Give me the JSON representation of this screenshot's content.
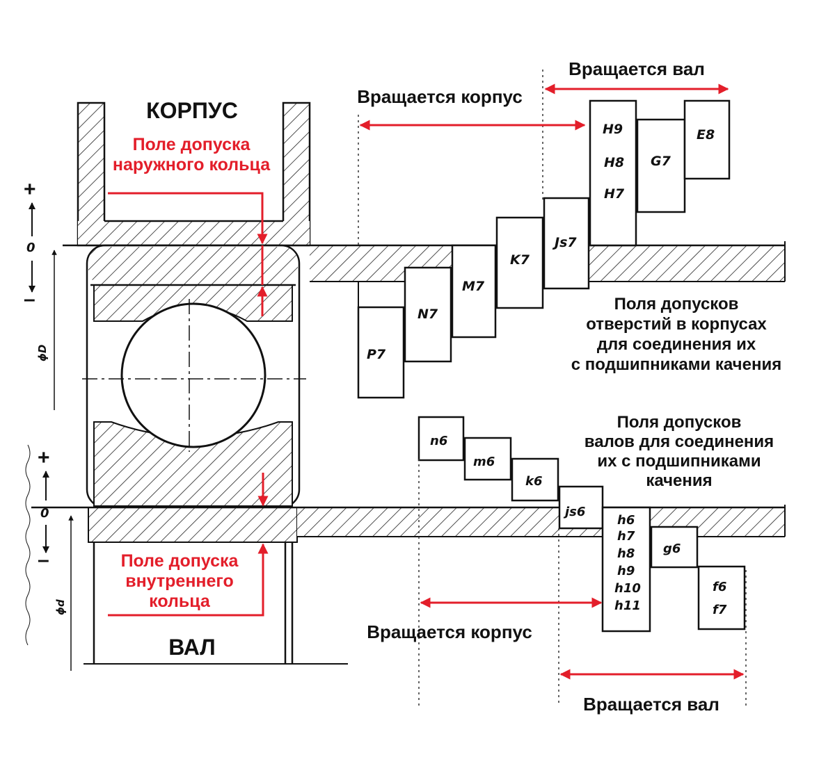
{
  "labels": {
    "housing": "КОРПУС",
    "shaft": "ВАЛ",
    "outer_ring_field": [
      "Поле допуска",
      "наружного кольца"
    ],
    "inner_ring_field": [
      "Поле допуска",
      "внутреннего",
      "кольца"
    ],
    "housing_fields_caption": [
      "Поля допусков",
      "отверстий в корпусах",
      "для соединения их",
      "с подшипниками качения"
    ],
    "shaft_fields_caption": [
      "Поля допусков",
      "валов для соединения",
      "их с подшипниками",
      "качения"
    ],
    "top_rot_housing": "Вращается корпус",
    "top_rot_shaft": "Вращается вал",
    "bottom_rot_housing": "Вращается корпус",
    "bottom_rot_shaft": "Вращается вал",
    "plus": "+",
    "zero": "0",
    "minus": "–",
    "dia_D": "ϕD",
    "dia_d": "ϕd"
  },
  "housing_fields": [
    "P7",
    "N7",
    "M7",
    "K7",
    "Js7",
    "H9",
    "H8",
    "H7",
    "G7",
    "E8"
  ],
  "shaft_fields": [
    "n6",
    "m6",
    "k6",
    "js6",
    "h6",
    "h7",
    "h8",
    "h9",
    "h10",
    "h11",
    "g6",
    "f6",
    "f7"
  ],
  "colors": {
    "accent": "#e31e2a",
    "ink": "#111111"
  }
}
